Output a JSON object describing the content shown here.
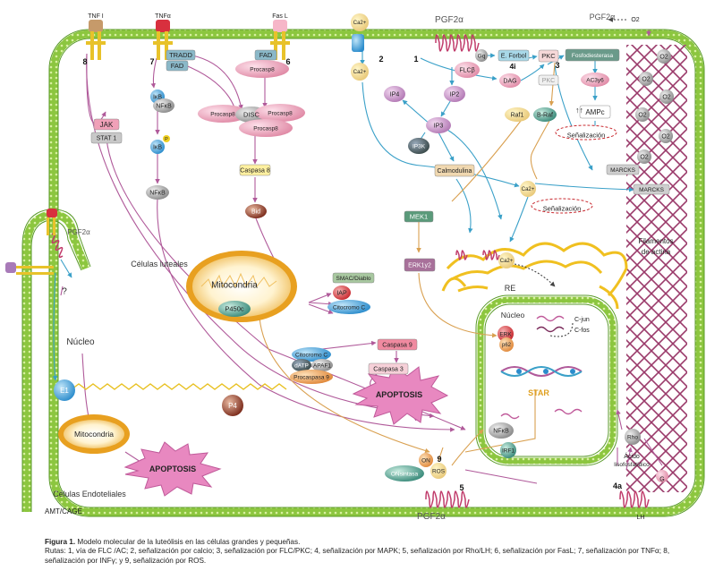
{
  "cells": {
    "luteal": "Células luteales",
    "endothelial": "Células Endoteliales",
    "nucleus": "Núcleo",
    "nucleus_endo": "Núcleo",
    "re": "RE",
    "actin": [
      "Filamentos",
      "de actina"
    ],
    "amt_cage": "AMT/CAGE"
  },
  "receptors": {
    "tnf1": "TNF I",
    "tnfa": "TNFα",
    "fasl": "Fas L",
    "pgf_top": "PGF2α",
    "pgf_bottom": "PGF2α",
    "pgf_endo": "PGF2α",
    "pgf_outside": "PGF2α",
    "o2": "O2",
    "lh": "LH"
  },
  "nodes": {
    "jak": "JAK",
    "stat1": "STAT 1",
    "tradd": "TRADD",
    "fad": "FAD",
    "fad2": "FAD",
    "procasp8_a": "Procasp8",
    "procasp8_b": "Procasp8",
    "procasp8_c": "Procasp8",
    "procasp8_d": "Procasp8",
    "disc": "DISC",
    "caspasa8": "Caspasa 8",
    "bid": "Bid",
    "ikb": "IκB",
    "nfkb_ikb": "NFκB",
    "ikb_p": "IκB",
    "p": "P",
    "nfkb": "NFκB",
    "mitocondria": "Mitocondria",
    "mitocondria_endo": "Mitocondria",
    "p450c": "P450c",
    "smac": "SMAC/Diablo",
    "iap": "IAP",
    "citocromo_c": "Citocromo C",
    "citocromo_c2": "Citocromo C",
    "datp": "dATP",
    "apaf1": "APAF1",
    "procasp9": "Procaspasa 9",
    "caspasa9": "Caspasa 9",
    "caspasa3": "Caspasa 3",
    "apoptosis": "APOPTOSIS",
    "apoptosis_endo": "APOPTOSIS",
    "ca_out": "Ca2+",
    "ca_in": "Ca2+",
    "ca_mid": "Ca2+",
    "ca_re": "Ca2+",
    "ip4": "IP4",
    "ip2": "IP2",
    "ip3": "IP3",
    "ip3k": "IP3K",
    "calmodulina": "Calmodulina",
    "gq": "Gq",
    "flc": "FLCβ",
    "dag": "DAG",
    "eforbol": "E. Forbol",
    "pkc": "PKC",
    "pkc2": "PKC",
    "fosfodiesterasa": "Fosfodiesterasa",
    "acady": "AC3y6",
    "ampc": "AMPc",
    "senalizacion": "Señalización",
    "senalizacion2": "Señalización",
    "raf1": "Raf1",
    "braf": "B-Raf",
    "marcks_p": "MARCKS",
    "marcks": "MARCKS",
    "mek1": "MEK1",
    "erk12": "ERK1y2",
    "erk": "ERK",
    "p62": "p62",
    "cjun": "C-jun",
    "cfos": "C-fos",
    "star": "STAR",
    "nfkb_nuc": "NFκB",
    "irf1": "IRF1",
    "on": "ON",
    "onsintasa": "ONsintasa",
    "ros": "ROS",
    "rho": "Rho",
    "acido": "Ácido",
    "lisofosfatidico": "lisofosfatídico",
    "g": "G",
    "e1": "E1",
    "p4": "P4",
    "question": "?",
    "arrows_up": "↑↑"
  },
  "path_numbers": {
    "n1": "1",
    "n2": "2",
    "n3": "3",
    "n4a": "4a",
    "n4i": "4i",
    "n5": "5",
    "n6": "6",
    "n7": "7",
    "n8": "8",
    "n9": "9"
  },
  "caption": {
    "title": "Figura 1.",
    "title_text": " Modelo molecular de la luteólisis en las células grandes y pequeñas.",
    "body": "Rutas: 1, vía de FLC /AC;  2, señalización por calcio; 3, señalización por FLC/PKC; 4, señalización por MAPK; 5, señalización por Rho/LH; 6, señalización por FasL; 7, señalización por TNFα; 8, señalización por INFγ; y 9, señalización por ROS."
  },
  "colors": {
    "membrane": "#8cc63f",
    "membrane_dark": "#5a9a2a",
    "receptor": "#e8c22a",
    "arrow_purple": "#b05a9a",
    "arrow_blue": "#3aa0c8",
    "arrow_orange": "#d9a050",
    "apoptosis": "#d05aa0",
    "mito_outer": "#e8a020",
    "actin": "#9a3a6a"
  }
}
